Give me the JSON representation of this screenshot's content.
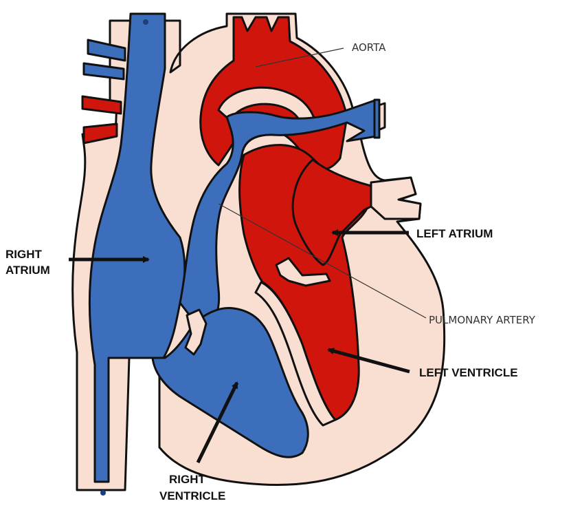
{
  "colors": {
    "deoxygenated": "#3d6ebc",
    "oxygenated": "#d0160c",
    "tissue": "#f9dfd2",
    "outline": "#111111",
    "background": "#ffffff"
  },
  "labels": {
    "aorta": "AORTA",
    "left_atrium": "LEFT ATRIUM",
    "right_atrium_line1": "RIGHT",
    "right_atrium_line2": "ATRIUM",
    "pulmonary_artery": "PULMONARY ARTERY",
    "left_ventricle": "LEFT VENTRICLE",
    "right_ventricle_line1": "RIGHT",
    "right_ventricle_line2": "VENTRICLE"
  }
}
